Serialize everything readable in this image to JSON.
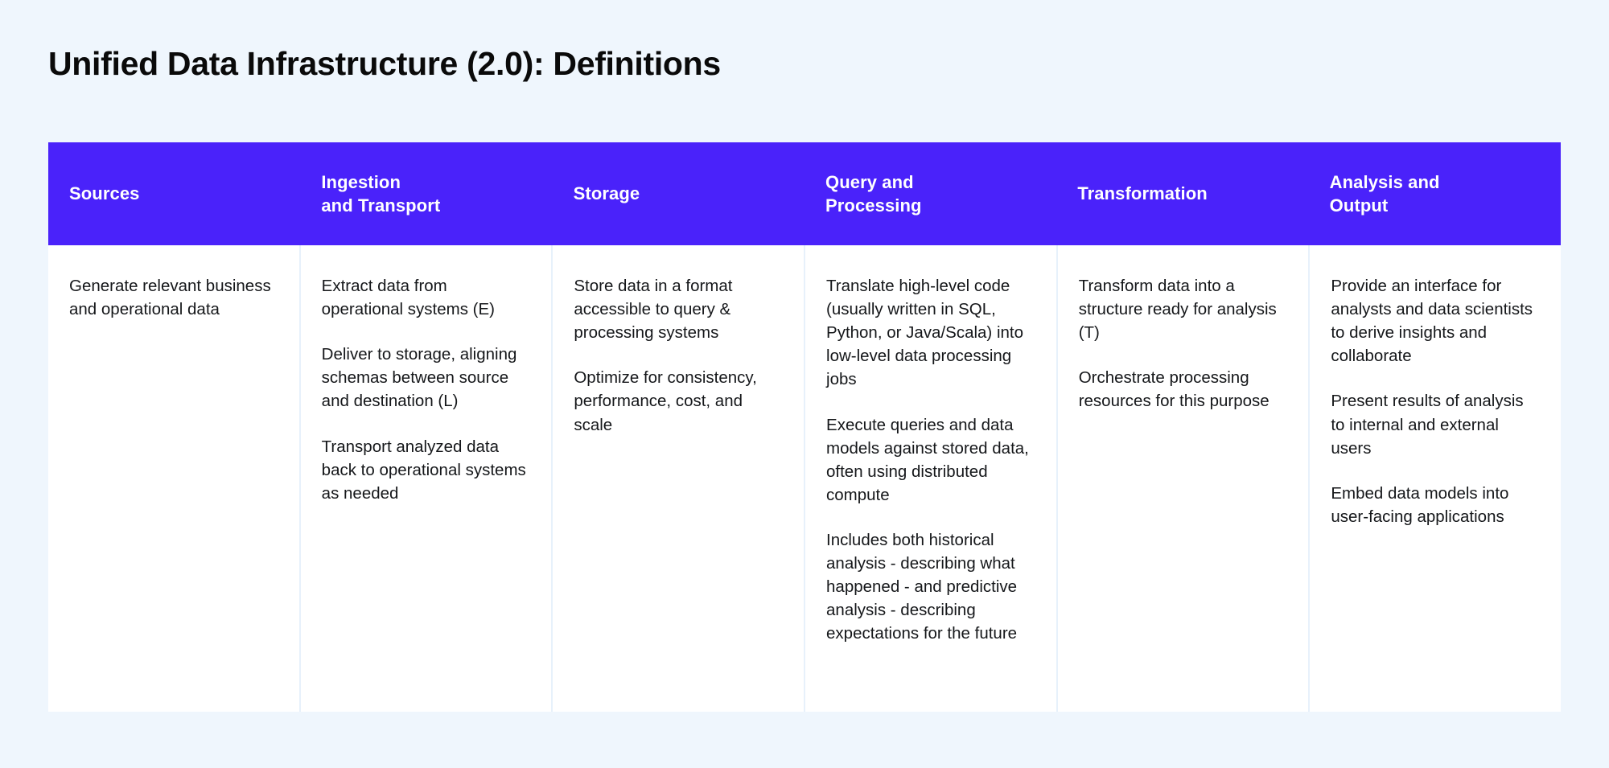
{
  "page": {
    "title": "Unified Data Infrastructure (2.0): Definitions",
    "background_color": "#eff6fd",
    "header_color": "#4a22fa",
    "header_text_color": "#ffffff",
    "body_background_color": "#ffffff",
    "divider_color": "#e7f1fb",
    "text_color": "#15171a"
  },
  "table": {
    "columns": [
      {
        "header": "Sources",
        "paragraphs": [
          "Generate relevant business and operational data"
        ]
      },
      {
        "header": "Ingestion\nand Transport",
        "paragraphs": [
          "Extract data from operational systems (E)",
          "Deliver to storage, aligning schemas between source and destination (L)",
          "Transport analyzed data back to operational systems as needed"
        ]
      },
      {
        "header": "Storage",
        "paragraphs": [
          "Store data in a format accessible to query & processing systems",
          "Optimize for consistency, performance, cost, and scale"
        ]
      },
      {
        "header": "Query and\nProcessing",
        "paragraphs": [
          "Translate high-level code (usually written in SQL, Python, or Java/Scala) into low-level data processing jobs",
          "Execute queries and data models against stored data, often using distributed compute",
          "Includes both historical analysis - describing what happened - and predictive analysis - describing expectations for the future"
        ]
      },
      {
        "header": "Transformation",
        "paragraphs": [
          "Transform data into a structure ready for analysis (T)",
          "Orchestrate processing resources for this purpose"
        ]
      },
      {
        "header": "Analysis and\nOutput",
        "paragraphs": [
          "Provide an interface for analysts and data scientists to derive insights and collaborate",
          "Present results of analysis to internal and external users",
          "Embed data models into user-facing applications"
        ]
      }
    ]
  }
}
